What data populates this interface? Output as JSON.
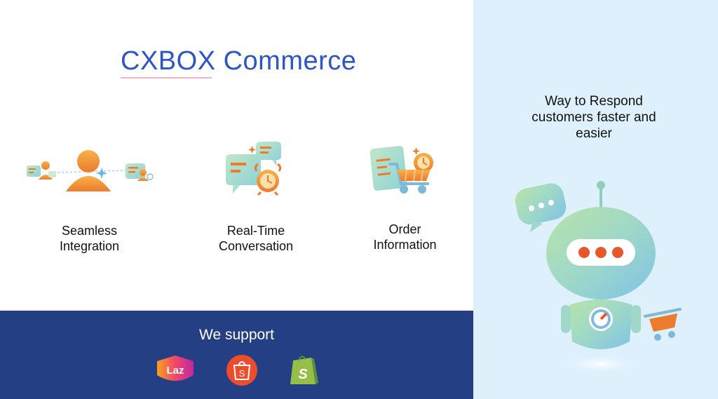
{
  "title": {
    "brand": "CXBOX",
    "suffix": "Commerce"
  },
  "features": [
    {
      "line1": "Seamless",
      "line2": "Integration"
    },
    {
      "line1": "Real-Time",
      "line2": "Conversation"
    },
    {
      "line1": "Order",
      "line2": "Information"
    }
  ],
  "support": {
    "title": "We support",
    "logos": [
      {
        "name": "lazada",
        "label": "Laz",
        "color": "#e0338a"
      },
      {
        "name": "shopee",
        "label": "S",
        "color": "#ee4d2d"
      },
      {
        "name": "shopify",
        "label": "S",
        "color": "#95bf47"
      }
    ]
  },
  "tagline": {
    "line1": "Way to Respond",
    "line2": "customers faster and",
    "line3": "easier"
  },
  "icons": [
    "user-connect-icon",
    "chat-clock-icon",
    "cart-clock-icon",
    "robot-mascot-icon"
  ]
}
